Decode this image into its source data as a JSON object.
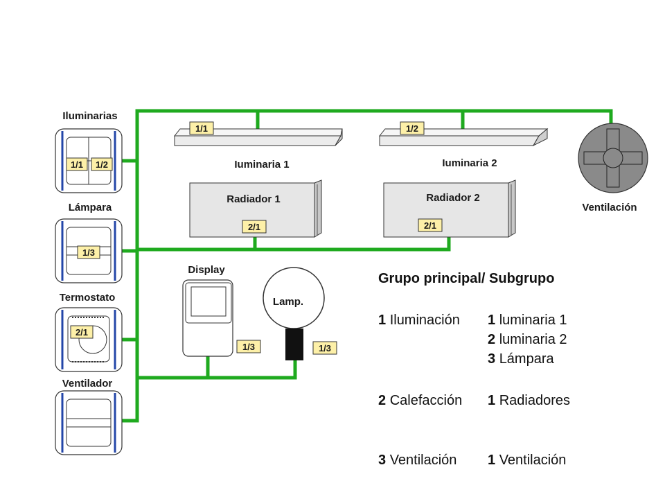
{
  "colors": {
    "bus": "#1faa1f",
    "address_tag": "#fdf0a8",
    "device_fill": "#e6e6e6",
    "switch_accent": "#2346a8",
    "fan_fill": "#8a8a8a"
  },
  "devices": {
    "iluminarias": {
      "label": "Iluminarias",
      "addr_left": "1/1",
      "addr_right": "1/2"
    },
    "lampara": {
      "label": "Lámpara",
      "addr": "1/3"
    },
    "termostato": {
      "label": "Termostato",
      "addr": "2/1"
    },
    "ventilador": {
      "label": "Ventilador"
    },
    "luminaria1": {
      "label": "Iuminaria 1",
      "addr": "1/1"
    },
    "luminaria2": {
      "label": "Iuminaria 2",
      "addr": "1/2"
    },
    "radiador1": {
      "label": "Radiador 1",
      "addr": "2/1"
    },
    "radiador2": {
      "label": "Radiador 2",
      "addr": "2/1"
    },
    "ventilacion": {
      "label": "Ventilación",
      "icon": "fan-icon"
    },
    "display": {
      "label": "Display",
      "addr": "1/3"
    },
    "lamp": {
      "label": "Lamp.",
      "addr": "1/3"
    }
  },
  "legend": {
    "title": "Grupo principal/  Subgrupo",
    "groups": [
      {
        "main_num": "1",
        "main_name": "Iluminación",
        "subs": [
          {
            "num": "1",
            "name": "luminaria 1"
          },
          {
            "num": "2",
            "name": "luminaria 2"
          },
          {
            "num": "3",
            "name": "Lámpara"
          }
        ]
      },
      {
        "main_num": "2",
        "main_name": "Calefacción",
        "subs": [
          {
            "num": "1",
            "name": "Radiadores"
          }
        ]
      },
      {
        "main_num": "3",
        "main_name": "Ventilación",
        "subs": [
          {
            "num": "1",
            "name": "Ventilación"
          }
        ]
      }
    ]
  }
}
